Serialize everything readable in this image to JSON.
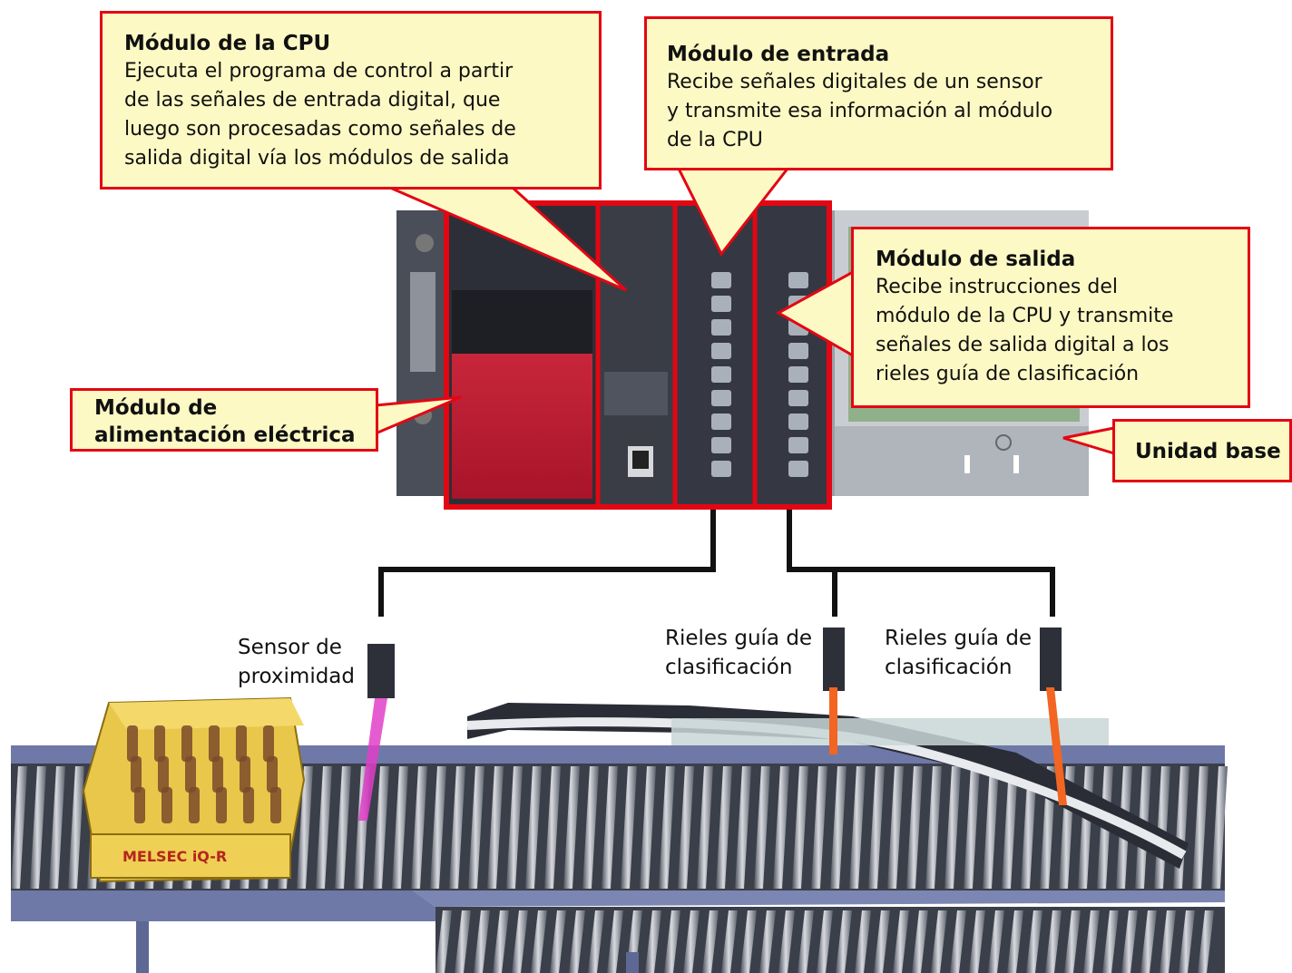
{
  "callouts": {
    "cpu": {
      "title": "Módulo de la CPU",
      "lines": [
        "Ejecuta el programa de control a partir",
        "de las señales de entrada digital, que",
        "luego son procesadas como señales de",
        "salida digital vía los módulos de salida"
      ]
    },
    "input": {
      "title": "Módulo de entrada",
      "lines": [
        "Recibe señales digitales de un sensor",
        "y transmite esa información al módulo",
        "de la CPU"
      ]
    },
    "output": {
      "title": "Módulo de salida",
      "lines": [
        "Recibe instrucciones del",
        "módulo de la CPU y transmite",
        "señales de salida digital a los",
        "rieles guía de clasificación"
      ]
    },
    "power": {
      "lines": [
        "Módulo de",
        "alimentación eléctrica"
      ]
    },
    "base": {
      "title": "Unidad base"
    }
  },
  "field_labels": {
    "sensor": [
      "Sensor de",
      "proximidad"
    ],
    "rail1": [
      "Rieles guía de",
      "clasificación"
    ],
    "rail2": [
      "Rieles guía de",
      "clasificación"
    ]
  },
  "crate_text": "MELSEC iQ-R",
  "colors": {
    "callout_fill": "#fdf9c4",
    "callout_border": "#e30613",
    "highlight": "#e30613",
    "sensor_beam": "#e040c8",
    "rail_beam": "#f26522"
  }
}
